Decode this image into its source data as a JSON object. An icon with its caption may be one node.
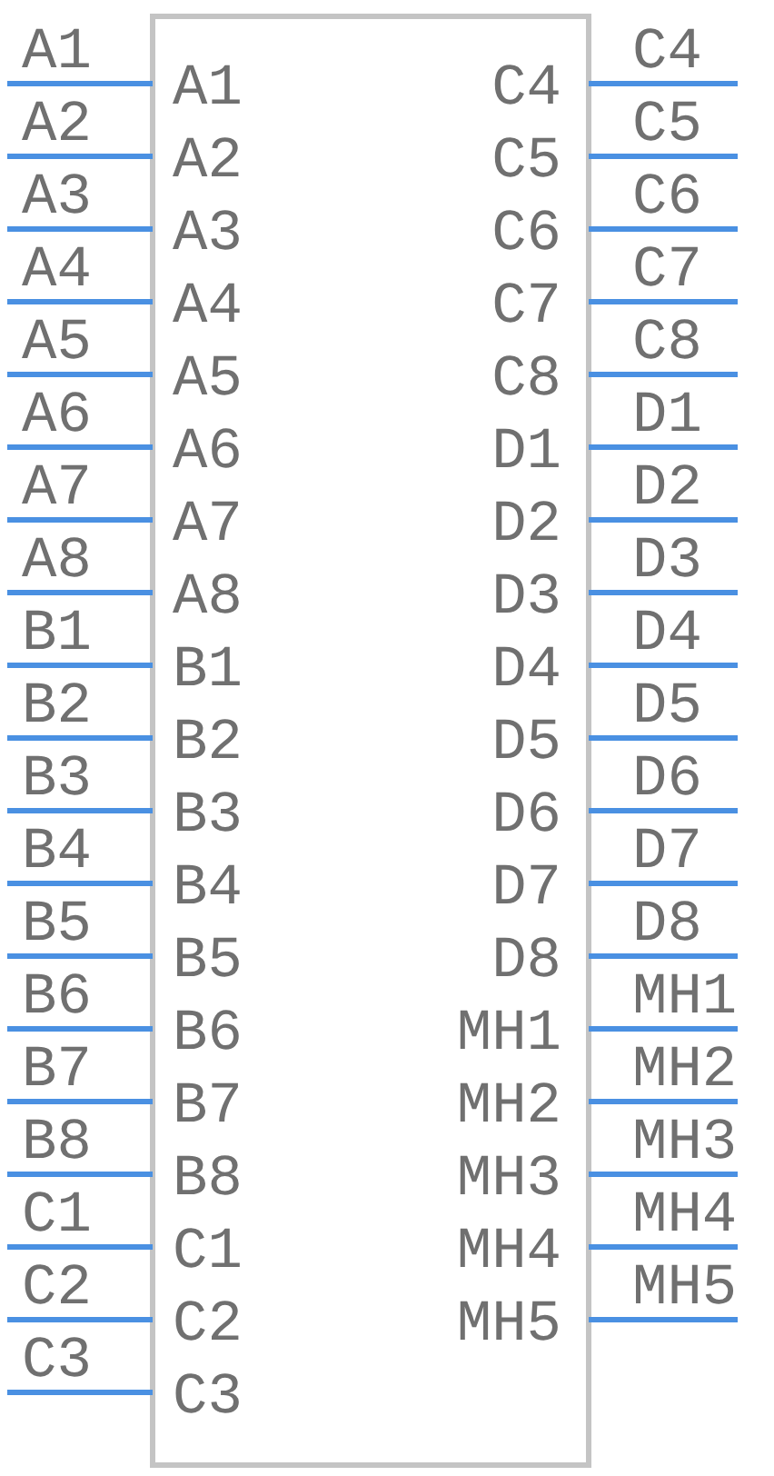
{
  "diagram": {
    "labels": [
      "A1",
      "A1",
      "C4",
      "C4",
      "A2",
      "A2",
      "C5",
      "C5",
      "A3",
      "A3",
      "C6",
      "C6",
      "A4",
      "A4",
      "C7",
      "C7",
      "A5",
      "A5",
      "C8",
      "C8",
      "A6",
      "A6",
      "D1",
      "D1",
      "A7",
      "A7",
      "D2",
      "D2",
      "A8",
      "A8",
      "D3",
      "D3",
      "B1",
      "B1",
      "D4",
      "D4",
      "B2",
      "B2",
      "D5",
      "D5",
      "B3",
      "B3",
      "D6",
      "D6",
      "B4",
      "B4",
      "D7",
      "D7",
      "B5",
      "B5",
      "D8",
      "D8",
      "B6",
      "B6",
      "MH1",
      "MH1",
      "B7",
      "B7",
      "MH2",
      "MH2",
      "B8",
      "B8",
      "MH3",
      "MH3",
      "C1",
      "C1",
      "MH4",
      "MH4",
      "C2",
      "C2",
      "MH5",
      "MH5",
      "C3",
      "C3"
    ]
  }
}
